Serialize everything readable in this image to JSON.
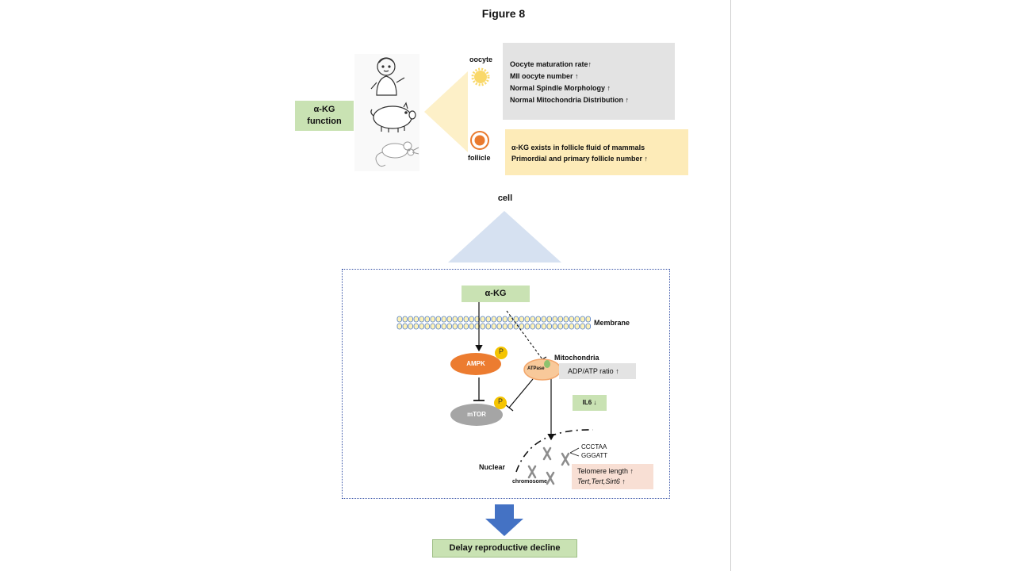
{
  "figure_title": "Figure 8",
  "function_box": {
    "line1": "α-KG",
    "line2": "function"
  },
  "organisms": [
    "human-icon",
    "pig-icon",
    "mouse-icon"
  ],
  "oocyte": {
    "label": "oocyte",
    "effects": [
      "Oocyte maturation rate↑",
      "MII oocyte number ↑",
      "Normal Spindle Morphology ↑",
      "Normal Mitochondria Distribution ↑"
    ]
  },
  "follicle": {
    "label": "follicle",
    "effects": [
      "α-KG exists in follicle fluid of mammals",
      "Primordial and primary  follicle number ↑"
    ]
  },
  "cell_label": "cell",
  "pathway": {
    "akg": "α-KG",
    "membrane": "Membrane",
    "ampk": "AMPK",
    "mtor": "mTOR",
    "phospho": "P",
    "mitochondria": "Mitochondria",
    "atpase": "ATPase",
    "adp_atp": "ADP/ATP ratio ↑",
    "il6": "IL6 ↓",
    "nuclear": "Nuclear",
    "chromosome": "chromosome",
    "seq1": "CCCTAA",
    "seq2": "GGGATT",
    "telomere": "Telomere length  ↑",
    "genes": "Tert,Tert,Sirt6  ↑"
  },
  "outcome": "Delay reproductive decline",
  "colors": {
    "green_box": "#c9e2b3",
    "grey_box": "#e3e3e3",
    "yellow_box": "#fdebb8",
    "peach_box": "#f8dfd4",
    "ampk": "#ec7c30",
    "mtor": "#a5a5a5",
    "phospho": "#f5c400",
    "arrow_blue": "#4472c4",
    "cell_triangle": "#d6e1f1",
    "yellow_triangle": "#fdf0c8",
    "membrane_fill": "#fff3b8",
    "membrane_stroke": "#4b78c4"
  }
}
